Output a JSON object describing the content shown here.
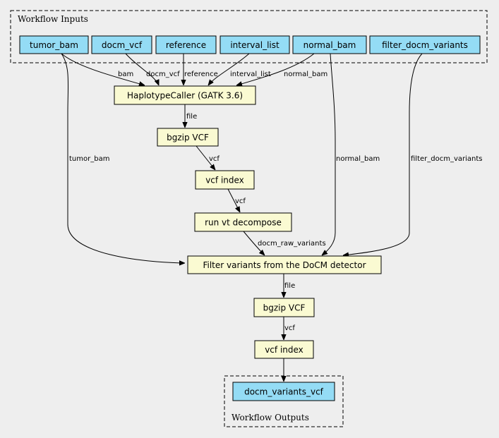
{
  "clusters": {
    "inputs_label": "Workflow Inputs",
    "outputs_label": "Workflow Outputs"
  },
  "inputs": {
    "tumor_bam": "tumor_bam",
    "docm_vcf": "docm_vcf",
    "reference": "reference",
    "interval_list": "interval_list",
    "normal_bam": "normal_bam",
    "filter_docm_variants": "filter_docm_variants"
  },
  "steps": {
    "haplotype_caller": "HaplotypeCaller (GATK 3.6)",
    "bgzip_1": "bgzip VCF",
    "vcf_index_1": "vcf index",
    "vt_decompose": "run vt decompose",
    "filter_docm": "Filter variants from the DoCM detector",
    "bgzip_2": "bgzip VCF",
    "vcf_index_2": "vcf index"
  },
  "outputs": {
    "docm_variants_vcf": "docm_variants_vcf"
  },
  "edge_labels": {
    "bam": "bam",
    "docm_vcf": "docm_vcf",
    "reference": "reference",
    "interval_list": "interval_list",
    "normal_bam_hc": "normal_bam",
    "file_1": "file",
    "vcf_1": "vcf",
    "vcf_2": "vcf",
    "tumor_bam": "tumor_bam",
    "normal_bam_filter": "normal_bam",
    "filter_docm_variants": "filter_docm_variants",
    "docm_raw_variants": "docm_raw_variants",
    "file_2": "file",
    "vcf_3": "vcf"
  },
  "colors": {
    "background": "#eeeeee",
    "input_fill": "#94dcf5",
    "step_fill": "#fafad2"
  }
}
